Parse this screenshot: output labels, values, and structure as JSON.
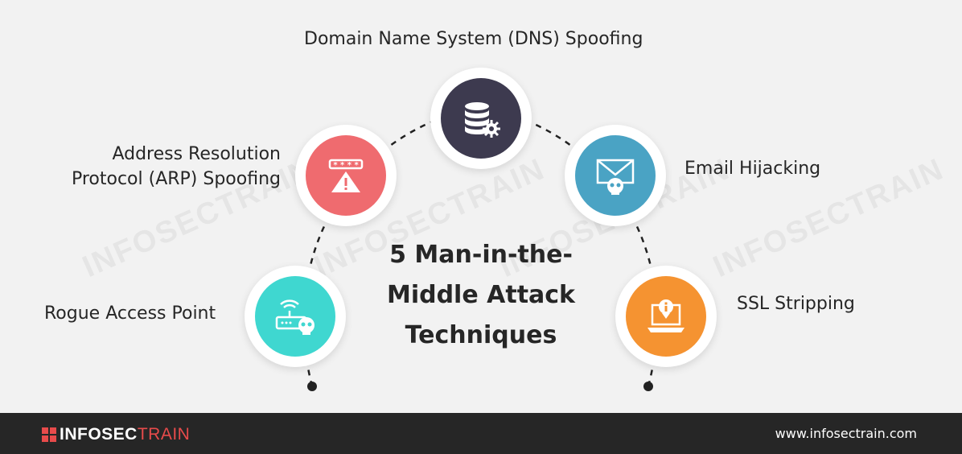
{
  "title_lines": [
    "5 Man-in-the-",
    "Middle Attack",
    "Techniques"
  ],
  "techniques": [
    {
      "label_lines": [
        "Domain Name System (DNS) Spoofing"
      ],
      "icon": "database-gear-icon",
      "color": "#3d3a4f"
    },
    {
      "label_lines": [
        "Address Resolution",
        "Protocol (ARP) Spoofing"
      ],
      "icon": "password-alert-icon",
      "color": "#ef6b6f"
    },
    {
      "label_lines": [
        "Email Hijacking"
      ],
      "icon": "email-hacker-icon",
      "color": "#4aa3c4"
    },
    {
      "label_lines": [
        "Rogue Access Point"
      ],
      "icon": "router-hacker-icon",
      "color": "#3fd7d0"
    },
    {
      "label_lines": [
        "SSL Stripping"
      ],
      "icon": "laptop-alert-icon",
      "color": "#f59331"
    }
  ],
  "watermark": "INFOSECTRAIN",
  "footer": {
    "brand_part1": "INFOSEC",
    "brand_part2": "TRAIN",
    "brand_color": "#e84b4b",
    "url": "www.infosectrain.com"
  }
}
